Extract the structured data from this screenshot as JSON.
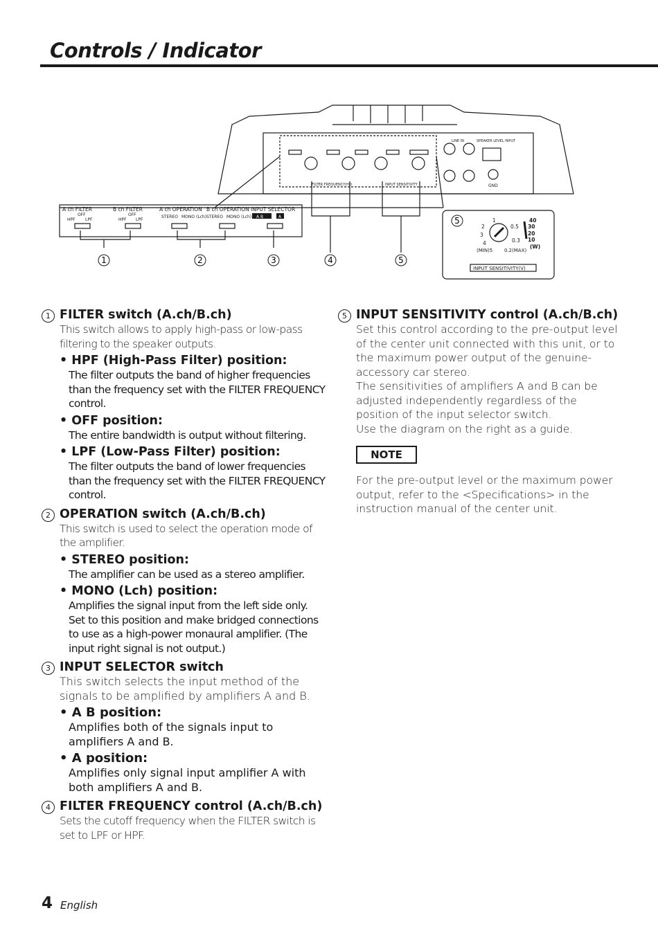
{
  "page": {
    "title": "Controls / Indicator",
    "page_number": "4",
    "language": "English"
  },
  "figure": {
    "callouts": [
      "1",
      "2",
      "3",
      "4",
      "5"
    ],
    "labels": {
      "a_filter": "A ch FILTER",
      "b_filter": "B ch FILTER",
      "a_operation": "A ch OPERATION",
      "b_operation": "B ch OPERATION",
      "input_selector": "INPUT SELECTOR",
      "off": "OFF",
      "hpf": "HPF",
      "lpf": "LPF",
      "stereo": "STEREO",
      "mono": "MONO (Lch)",
      "ab": "A B",
      "a": "A",
      "line_in": "LINE IN",
      "speaker_level_input": "SPEAKER LEVEL INPUT",
      "gnd": "GND",
      "filter_frequency": "FILTER FREQUENCY(Hz)",
      "input_sensitivity": "INPUT SENSITIVITY",
      "input_sensitivity_v": "INPUT SENSITIVITY(V)",
      "min": "(MIN)5",
      "max": "0.2(MAX)",
      "watts_unit": "(W)"
    },
    "dial_voltage_labels": [
      "1",
      "2",
      "3",
      "4",
      "0.5",
      "0.3"
    ],
    "dial_watt_labels": [
      "40",
      "30",
      "20",
      "10"
    ]
  },
  "sections": {
    "filter": {
      "num": "1",
      "heading": "FILTER switch (A.ch/B.ch)",
      "body": "This switch allows to apply high-pass or low-pass filtering to the speaker outputs.",
      "items": [
        {
          "heading": "• HPF (High-Pass Filter) position:",
          "body": "The filter outputs the band of higher frequencies than the frequency set with the FILTER FREQUENCY control."
        },
        {
          "heading": "• OFF position:",
          "body": "The entire bandwidth is output without filtering."
        },
        {
          "heading": "• LPF (Low-Pass Filter) position:",
          "body": "The filter outputs the band of lower frequencies than the frequency set with the FILTER FREQUENCY control."
        }
      ]
    },
    "operation": {
      "num": "2",
      "heading": "OPERATION switch (A.ch/B.ch)",
      "body": "This switch is used to select the operation mode of the amplifier.",
      "items": [
        {
          "heading": "• STEREO position:",
          "body": "The amplifier can be used as a stereo amplifier."
        },
        {
          "heading": "• MONO (Lch) position:",
          "body": "Amplifies the signal input from the left side only. Set to this position and make bridged connections to use as a high-power monaural amplifier. (The input right signal is not output.)"
        }
      ]
    },
    "input_selector": {
      "num": "3",
      "heading": "INPUT SELECTOR switch",
      "body": "This switch selects the input method of the signals to be amplified by amplifiers A and B.",
      "items": [
        {
          "heading": "• A B position:",
          "body": "Amplifies both of the signals input to amplifiers A and B."
        },
        {
          "heading": "• A position:",
          "body": "Amplifies only signal input amplifier A with both amplifiers A and B."
        }
      ]
    },
    "filter_frequency": {
      "num": "4",
      "heading": "FILTER FREQUENCY control (A.ch/B.ch)",
      "body": "Sets the cutoff frequency when the FILTER switch is set to LPF or HPF."
    },
    "input_sensitivity": {
      "num": "5",
      "heading": "INPUT SENSITIVITY control (A.ch/B.ch)",
      "body1": "Set this control according to the pre-output level of the center unit connected with this unit, or to the maximum power output of the genuine-accessory car stereo.",
      "body2": "The sensitivities of amplifiers A and B can be adjusted independently regardless of the position of the input selector switch.",
      "body3": "Use the diagram on the right as a guide.",
      "note_label": "NOTE",
      "note_body": "For the pre-output level or the maximum power output, refer to the <Specifications> in the instruction manual of the center unit."
    }
  }
}
